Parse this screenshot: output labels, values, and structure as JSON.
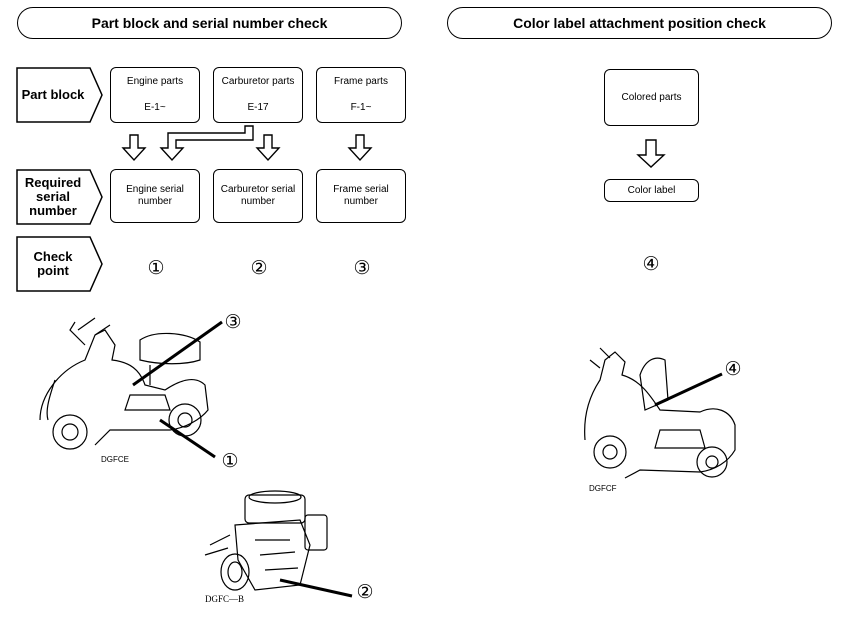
{
  "headers": {
    "left": "Part block and serial number check",
    "right": "Color label attachment position check"
  },
  "row_labels": {
    "part_block": "Part block",
    "required_serial": "Required serial number",
    "check_point": "Check point"
  },
  "part_blocks": [
    {
      "name": "Engine parts",
      "code": "E-1~"
    },
    {
      "name": "Carburetor parts",
      "code": "E-17"
    },
    {
      "name": "Frame parts",
      "code": "F-1~"
    }
  ],
  "serial_numbers": [
    "Engine serial number",
    "Carburetor serial number",
    "Frame serial number"
  ],
  "check_points": [
    "①",
    "②",
    "③"
  ],
  "color_label": {
    "colored_parts": "Colored parts",
    "label": "Color label",
    "check_point": "④"
  },
  "illustrations": {
    "scooter_left_caption": "DGFCE",
    "carburetor_caption": "DGFC—B",
    "scooter_right_caption": "DGFCF",
    "callout_1": "①",
    "callout_2": "②",
    "callout_3": "③",
    "callout_4": "④"
  }
}
